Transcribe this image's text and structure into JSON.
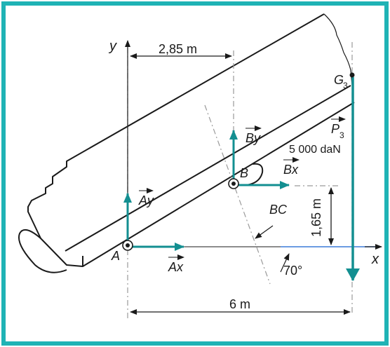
{
  "colors": {
    "frame": "#1fb3b5",
    "force": "#138f91",
    "ink": "#1a1a1a",
    "dash": "#9a9a9a"
  },
  "labels": {
    "axis_y": "y",
    "axis_x": "x",
    "dim_top": "2,85 m",
    "dim_bottom": "6 m",
    "dim_vertical": "1,65 m",
    "point_A": "A",
    "point_B": "B",
    "point_G": "G",
    "point_G_sub": "3",
    "force_Ax": "Ax",
    "force_Ay": "Ay",
    "force_Bx": "Bx",
    "force_By": "By",
    "force_P": "P",
    "force_P_sub": "3",
    "force_P_value": "5 000 daN",
    "line_BC": "BC",
    "angle": "70°"
  }
}
